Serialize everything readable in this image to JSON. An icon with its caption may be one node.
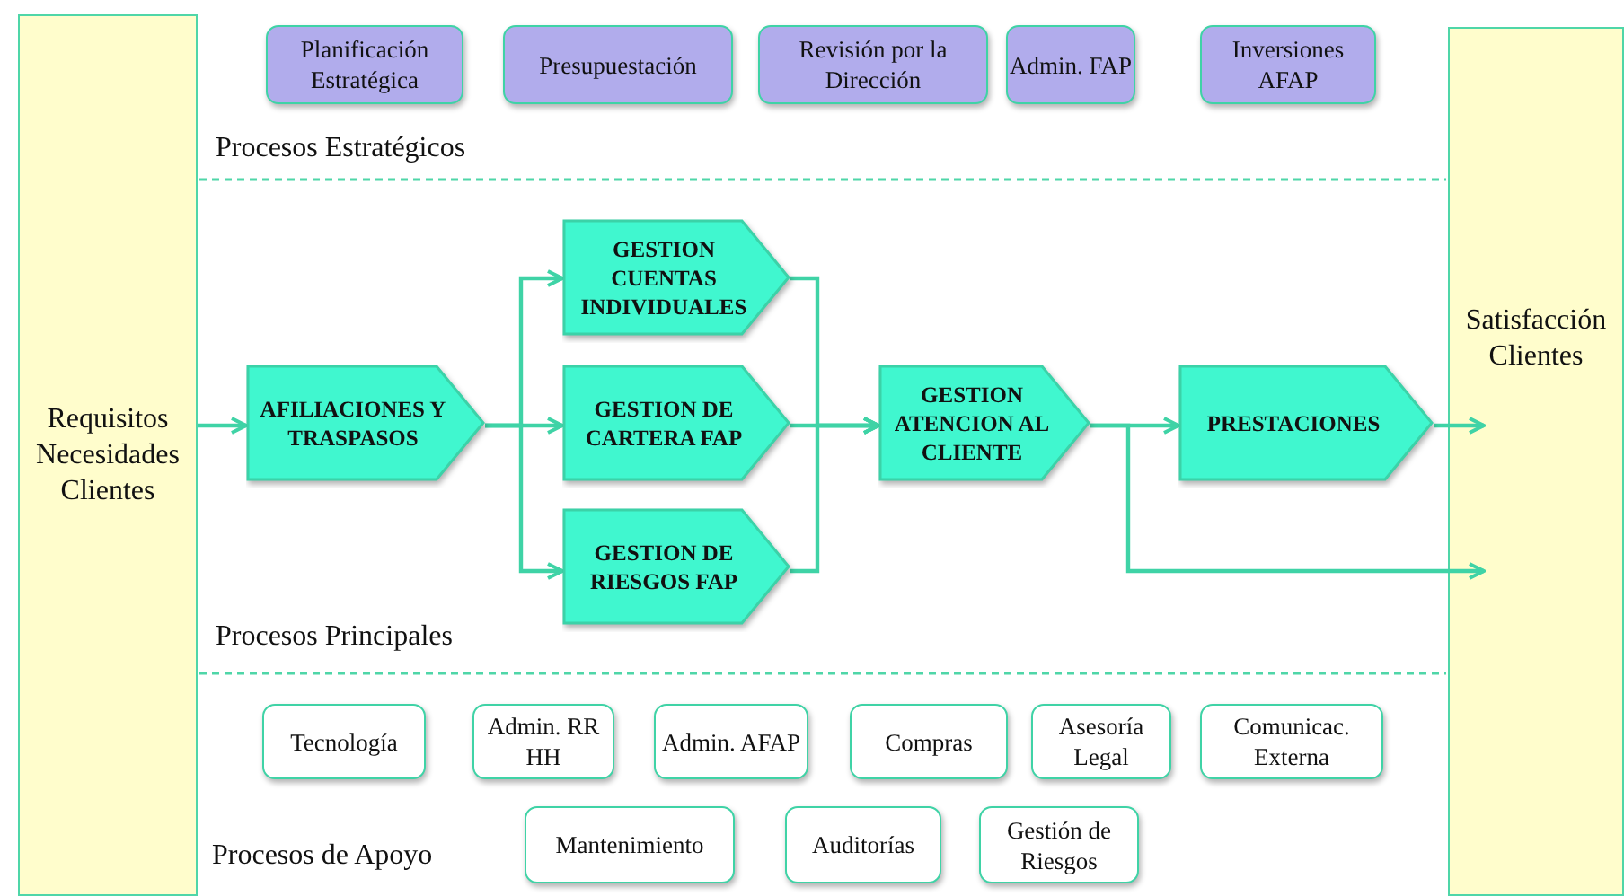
{
  "diagram": {
    "nodes": [
      {
        "text": [
          "Requisitos Necesidades Clientes"
        ]
      },
      {
        "text": [
          "Satisfacción Clientes"
        ]
      },
      {
        "text": [
          "Planificación Estratégica"
        ]
      },
      {
        "text": [
          "Presupuestación"
        ]
      },
      {
        "text": [
          "Revisión por la Dirección"
        ]
      },
      {
        "text": [
          "Admin. FAP"
        ]
      },
      {
        "text": [
          "Inversiones AFAP"
        ]
      },
      {
        "text": [
          "AFILIACIONES Y TRASPASOS"
        ]
      },
      {
        "text": [
          "GESTION CUENTAS INDIVIDUALES"
        ]
      },
      {
        "text": [
          "GESTION DE CARTERA FAP"
        ]
      },
      {
        "text": [
          "GESTION DE RIESGOS FAP"
        ]
      },
      {
        "text": [
          "GESTION ATENCION AL CLIENTE"
        ]
      },
      {
        "text": [
          "PRESTACIONES"
        ]
      },
      {
        "text": [
          "Tecnología"
        ]
      },
      {
        "text": [
          "Admin. RR HH"
        ]
      },
      {
        "text": [
          "Admin. AFAP"
        ]
      },
      {
        "text": [
          "Compras"
        ]
      },
      {
        "text": [
          "Asesoría Legal"
        ]
      },
      {
        "text": [
          "Comunicac. Externa"
        ]
      },
      {
        "text": [
          "Mantenimiento"
        ]
      },
      {
        "text": [
          "Auditorías"
        ]
      },
      {
        "text": [
          "Gestión de Riesgos"
        ]
      }
    ],
    "edges": [
      {
        "from": 0,
        "to": 7,
        "arrow": "to"
      },
      {
        "from": 7,
        "to": 8,
        "arrow": "to"
      },
      {
        "from": 7,
        "to": 9,
        "arrow": "to"
      },
      {
        "from": 7,
        "to": 10,
        "arrow": "to"
      },
      {
        "from": 8,
        "to": 11,
        "arrow": "to"
      },
      {
        "from": 9,
        "to": 11,
        "arrow": "to"
      },
      {
        "from": 10,
        "to": 11,
        "arrow": "to"
      },
      {
        "from": 11,
        "to": 12,
        "arrow": "to"
      },
      {
        "from": 12,
        "to": 1,
        "arrow": "to"
      },
      {
        "from": 11,
        "to": 1,
        "arrow": "to"
      }
    ],
    "labels": [
      "Procesos Estratégicos",
      "Procesos Principales",
      "Procesos de Apoyo"
    ]
  }
}
